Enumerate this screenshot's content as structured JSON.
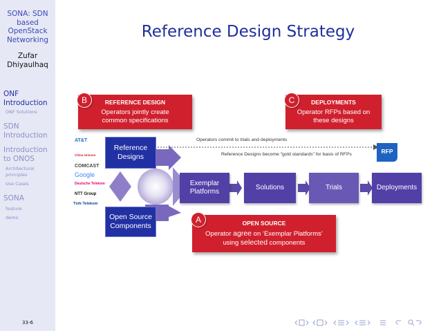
{
  "sidebar": {
    "title_lines": [
      "SONA: SDN",
      "based",
      "OpenStack",
      "Networking"
    ],
    "author_lines": [
      "Zufar",
      "Dhiyaulhaq"
    ],
    "sections": [
      {
        "lines": [
          "ONF",
          "Introduction"
        ],
        "active": true,
        "subs": [
          "ONF Solutions"
        ]
      },
      {
        "lines": [
          "SDN",
          "Introduction"
        ],
        "active": false,
        "subs": []
      },
      {
        "lines": [
          "Introduction",
          "to ONOS"
        ],
        "active": false,
        "subs": [
          "Architectural",
          "principles",
          "Use Cases"
        ]
      },
      {
        "lines": [
          "SONA"
        ],
        "active": false,
        "subs": [
          "feature",
          "demo"
        ]
      }
    ],
    "page_number": "33-6"
  },
  "slide": {
    "title": "Reference Design Strategy",
    "box_b": {
      "badge": "B",
      "head": "REFERENCE DESIGN",
      "line1": "Operators jointly create",
      "line2": "common specifications"
    },
    "box_c": {
      "badge": "C",
      "head": "DEPLOYMENTS",
      "line1": "Operator RFPs based on",
      "line2": "these designs"
    },
    "box_a": {
      "badge": "A",
      "head": "OPEN SOURCE",
      "line1_pre": "Operator ",
      "line1_agree": "agree",
      "line1_post": " on ‘Exemplar Platforms’",
      "line2_pre": "using ",
      "line2_sel": "selected",
      "line2_post": " components"
    },
    "ref_designs": [
      "Reference",
      "Designs"
    ],
    "open_source": [
      "Open Source",
      "Components"
    ],
    "exemplar": [
      "Exemplar",
      "Platforms"
    ],
    "solutions": "Solutions",
    "trials": "Trials",
    "deployments": "Deployments",
    "rfp": "RFP",
    "note_top": "Operators commit to trials and deployments",
    "note_bottom": "Reference Designs become “gold standards” for basis of RFPs"
  },
  "logos": [
    "AT&T",
    "China Unicom",
    "COMCAST",
    "Google",
    "Deutsche Telekom",
    "NTT Group",
    "Türk Telekom"
  ],
  "colors": {
    "red": "#d0202d",
    "blue": "#2131a3",
    "purple": "#5240a7",
    "title": "#1f2f9c",
    "sidebar_bg": "#e6e8f5"
  },
  "nav_icons": [
    "nav-prev-frame-icon",
    "nav-next-frame-icon",
    "nav-prev-subsection-icon",
    "nav-next-subsection-icon",
    "nav-prev-section-icon",
    "nav-next-section-icon",
    "nav-prev-slide-icon",
    "nav-next-slide-icon",
    "nav-align-icon",
    "nav-search-icon"
  ]
}
